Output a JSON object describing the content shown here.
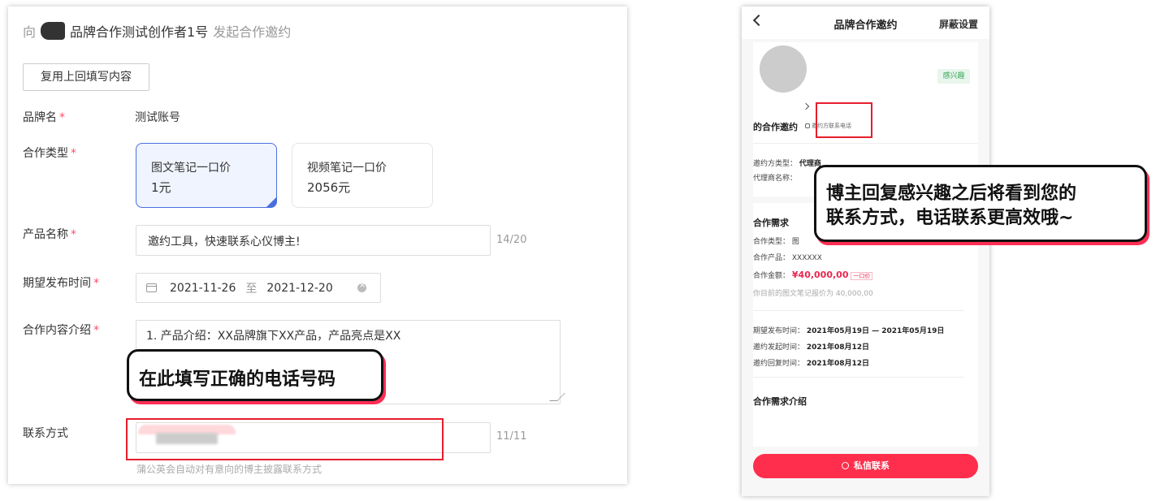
{
  "form": {
    "header": {
      "prefix": "向",
      "creator_name": "品牌合作测试创作者1号",
      "suffix": "发起合作邀约"
    },
    "reuse_button": "复用上回填写内容",
    "brand": {
      "label": "品牌名",
      "required_mark": "*",
      "value": "测试账号"
    },
    "coop_type": {
      "label": "合作类型",
      "required_mark": "*",
      "options": [
        {
          "name": "图文笔记一口价",
          "price": "1元",
          "selected": true
        },
        {
          "name": "视频笔记一口价",
          "price": "2056元",
          "selected": false
        }
      ]
    },
    "product": {
      "label": "产品名称",
      "required_mark": "*",
      "value": "邀约工具，快速联系心仪博主!",
      "counter": "14/20"
    },
    "publish_time": {
      "label": "期望发布时间",
      "required_mark": "*",
      "start": "2021-11-26",
      "separator": "至",
      "end": "2021-12-20"
    },
    "content": {
      "label": "合作内容介绍",
      "required_mark": "*",
      "value": "1. 产品介绍：XX品牌旗下XX产品，产品亮点是XX"
    },
    "contact": {
      "label": "联系方式",
      "counter": "11/11",
      "hint": "蒲公英会自动对有意向的博主披露联系方式"
    },
    "callout": "在此填写正确的电话号码"
  },
  "phone": {
    "title": "品牌合作邀约",
    "block_settings": "屏蔽设置",
    "interest_badge": "感兴趣",
    "invite_label": "的合作邀约",
    "contact_tag": "邀约方联系电话",
    "inviter_type_label": "邀约方类型：",
    "inviter_type_value": "代理商",
    "agent_name_label": "代理商名称：",
    "needs_title": "合作需求",
    "needs_type_label": "合作类型：",
    "needs_type_value": "图",
    "needs_product_label": "合作产品：",
    "needs_product_value": "XXXXXX",
    "needs_amount_label": "合作金额：",
    "needs_amount_value": "¥40,000,00",
    "needs_amount_tag": "一口价",
    "needs_quote_note": "你目前的图文笔记报价为 40,000,00",
    "expected_time_label": "期望发布时间：",
    "expected_time_value": "2021年05月19日 — 2021年05月19日",
    "invite_time_label": "邀约发起时间：",
    "invite_time_value": "2021年08月12日",
    "reply_time_label": "邀约回复时间：",
    "reply_time_value": "2021年08月12日",
    "intro_title": "合作需求介绍",
    "message_button": "私信联系",
    "callout_line1": "博主回复感兴趣之后将看到您的",
    "callout_line2": "联系方式，电话联系更高效哦~"
  },
  "colors": {
    "accent_red": "#ff2e4d",
    "highlight_red": "#e61e2e",
    "selected_blue": "#4a6ee0",
    "interest_green": "#3aa85b"
  }
}
